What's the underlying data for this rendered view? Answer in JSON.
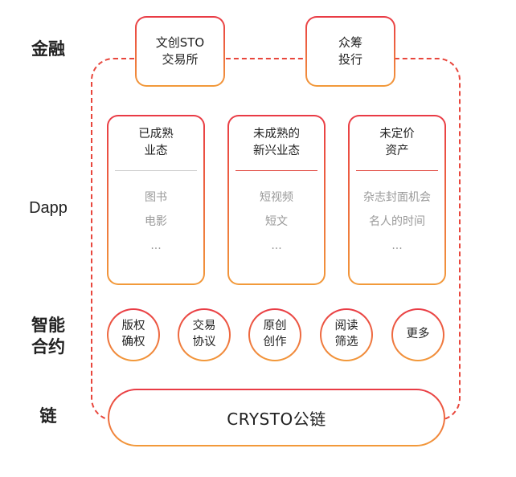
{
  "labels": {
    "finance": "金融",
    "dapp": "Dapp",
    "smart_contract": "智能\n合约",
    "chain": "链"
  },
  "finance_boxes": [
    {
      "label": "文创STO\n交易所"
    },
    {
      "label": "众筹\n投行"
    }
  ],
  "dapp_boxes": [
    {
      "title": "已成熟\n业态",
      "items": [
        "图书",
        "电影",
        "..."
      ]
    },
    {
      "title": "未成熟的\n新兴业态",
      "items": [
        "短视频",
        "短文",
        "..."
      ]
    },
    {
      "title": "未定价\n资产",
      "items": [
        "杂志封面机会",
        "名人的时间",
        "..."
      ]
    }
  ],
  "contracts": [
    {
      "label": "版权\n确权"
    },
    {
      "label": "交易\n协议"
    },
    {
      "label": "原创\n创作"
    },
    {
      "label": "阅读\n筛选"
    },
    {
      "label": "更多"
    }
  ],
  "chain": {
    "label": "CRYSTO公链"
  },
  "colors": {
    "accent_red": "#e93a45",
    "accent_orange": "#f29a3a",
    "dashed_frame": "#e8463c",
    "divider_gray": "#cccccc",
    "divider_red": "#e0453c",
    "muted_text": "#999999"
  }
}
